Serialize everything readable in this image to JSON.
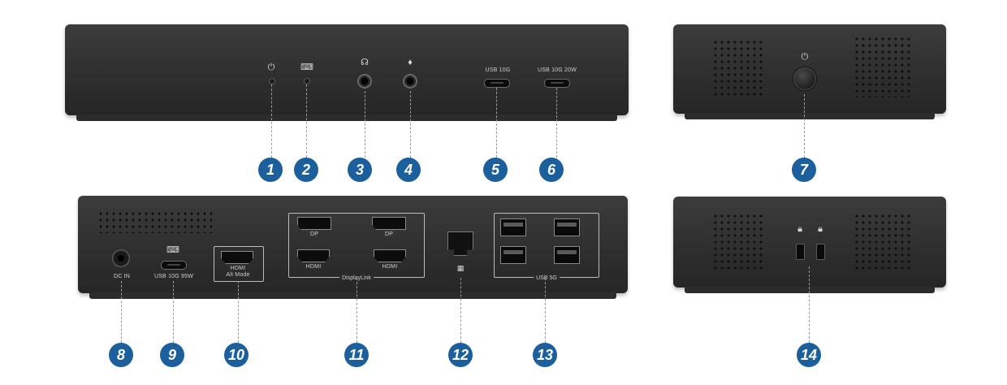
{
  "front": {
    "usb_c_left_label": "USB 10G",
    "usb_c_right_label": "USB 10G 20W"
  },
  "back": {
    "dc_label": "DC IN",
    "usbc_label": "USB 10G 95W",
    "hdmi_alt_label": "HDMI",
    "hdmi_alt_sub": "Alt Mode",
    "dp_left_label": "DP",
    "dp_right_label": "DP",
    "hdmi_left_label": "HDMI",
    "hdmi_right_label": "HDMI",
    "displaylink_label": "DisplayLink",
    "usb_a_label": "USB 5G"
  },
  "icons": {
    "power": "power-icon",
    "laptop": "laptop-icon",
    "headphone": "headphone-icon",
    "microphone": "microphone-icon",
    "laptop_charge": "laptop-charge-icon",
    "ethernet": "ethernet-icon",
    "lock_round": "kensington-lock-icon",
    "lock_square": "security-lock-icon"
  },
  "callouts": [
    "1",
    "2",
    "3",
    "4",
    "5",
    "6",
    "7",
    "8",
    "9",
    "10",
    "11",
    "12",
    "13",
    "14"
  ],
  "colors": {
    "badge": "#1b5f9c",
    "device": "#333334"
  }
}
